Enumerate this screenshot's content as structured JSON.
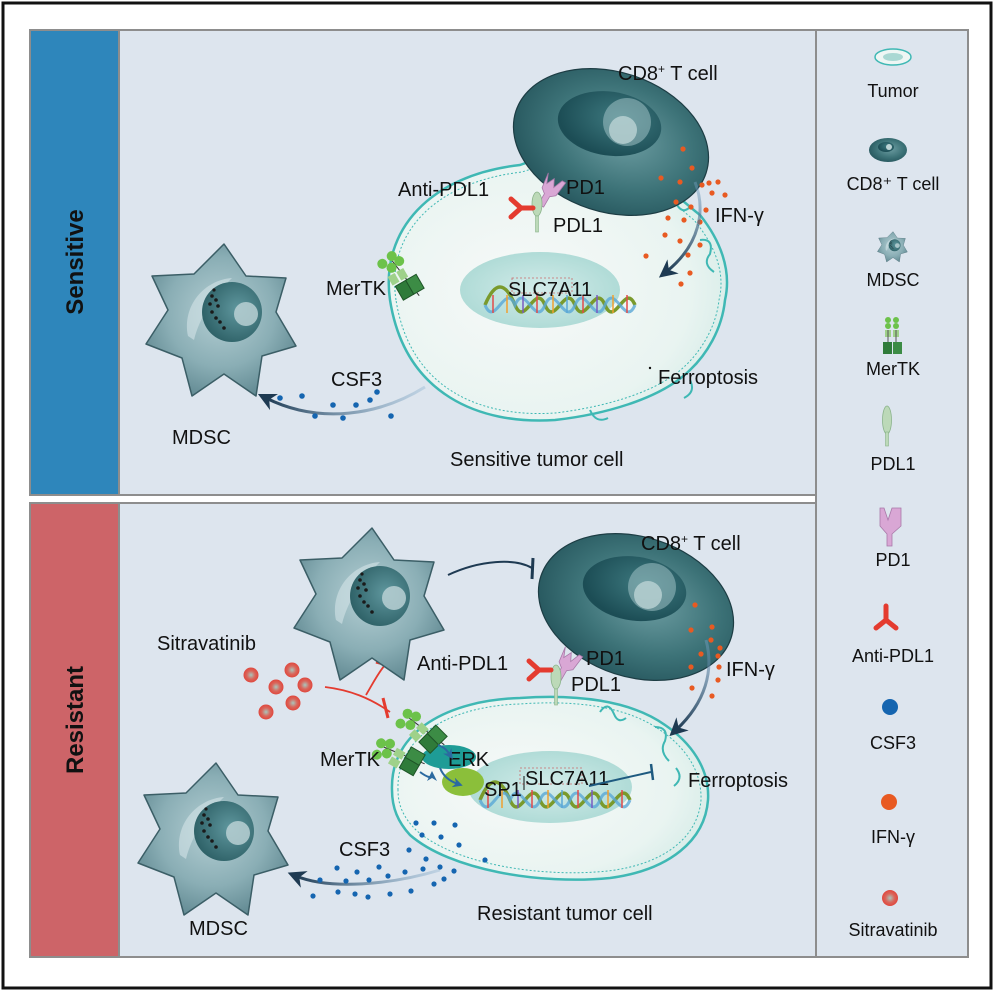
{
  "colors": {
    "sensitive_band": "#2e86bb",
    "resistant_band": "#cd6468",
    "panel_bg": "#dde5ee",
    "csf3": "#1565b0",
    "ifn_gamma": "#e85a22",
    "anti_pdl1": "#e43b2f",
    "sitravatinib": "#e0473d",
    "membrane": "#3fb8b4"
  },
  "panels": {
    "sensitive": {
      "side_label": "Sensitive",
      "labels": {
        "tcell": "CD8",
        "tcell_sup": "+",
        "tcell_suffix": " T cell",
        "anti_pdl1": "Anti-PDL1",
        "pd1": "PD1",
        "pdl1": "PDL1",
        "ifn": "IFN-γ",
        "mertk": "MerTK",
        "slc7a11": "SLC7A11",
        "ferroptosis": "Ferroptosis",
        "csf3": "CSF3",
        "mdsc": "MDSC",
        "tumor_cell": "Sensitive tumor cell"
      }
    },
    "resistant": {
      "side_label": "Resistant",
      "labels": {
        "tcell": "CD8",
        "tcell_sup": "+",
        "tcell_suffix": " T cell",
        "sitravatinib": "Sitravatinib",
        "anti_pdl1": "Anti-PDL1",
        "pd1": "PD1",
        "pdl1": "PDL1",
        "ifn": "IFN-γ",
        "mertk": "MerTK",
        "erk": "ERK",
        "sp1": "SP1",
        "slc7a11": "SLC7A11",
        "ferroptosis": "Ferroptosis",
        "csf3": "CSF3",
        "mdsc": "MDSC",
        "tumor_cell": "Resistant tumor cell"
      }
    }
  },
  "legend": [
    {
      "icon": "tumor-icon",
      "label": "Tumor"
    },
    {
      "icon": "cd8-t-cell-icon",
      "label": "CD8⁺ T cell"
    },
    {
      "icon": "mdsc-icon",
      "label": "MDSC"
    },
    {
      "icon": "mertk-icon",
      "label": "MerTK"
    },
    {
      "icon": "pdl1-icon",
      "label": "PDL1"
    },
    {
      "icon": "pd1-icon",
      "label": "PD1"
    },
    {
      "icon": "anti-pdl1-icon",
      "label": "Anti-PDL1"
    },
    {
      "icon": "csf3-icon",
      "label": "CSF3"
    },
    {
      "icon": "ifn-gamma-icon",
      "label": "IFN-γ"
    },
    {
      "icon": "sitravatinib-icon",
      "label": "Sitravatinib"
    }
  ]
}
